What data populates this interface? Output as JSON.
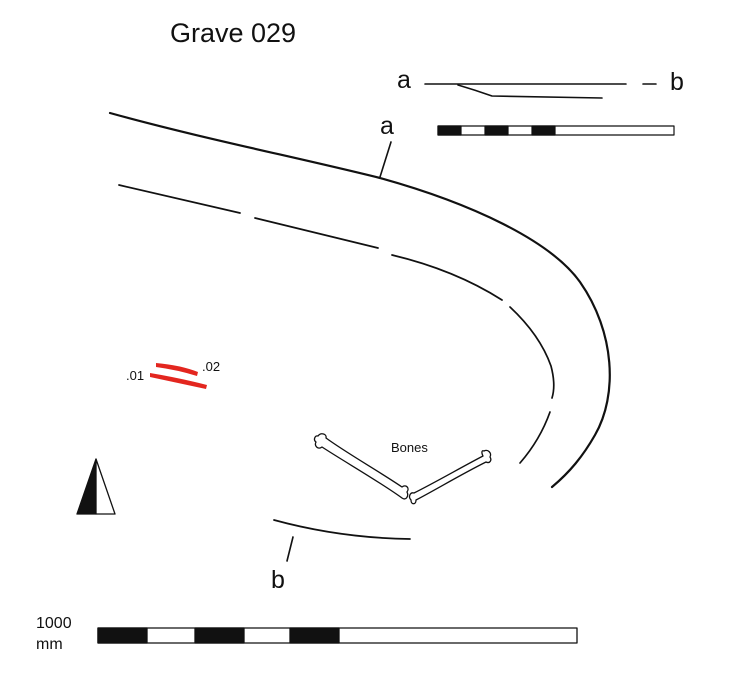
{
  "title": "Grave 029",
  "section": {
    "left_label": "a",
    "right_label": "b"
  },
  "plan": {
    "label_a": "a",
    "label_b": "b"
  },
  "finds": [
    {
      "id": ".01",
      "color": "#e3261f"
    },
    {
      "id": ".02",
      "color": "#e3261f"
    }
  ],
  "bones_label": "Bones",
  "scale_bar": {
    "length_value": "1000",
    "unit": "mm"
  },
  "north_arrow": "north-arrow-icon",
  "colors": {
    "ink": "#111111",
    "find": "#e3261f",
    "paper": "#ffffff"
  }
}
